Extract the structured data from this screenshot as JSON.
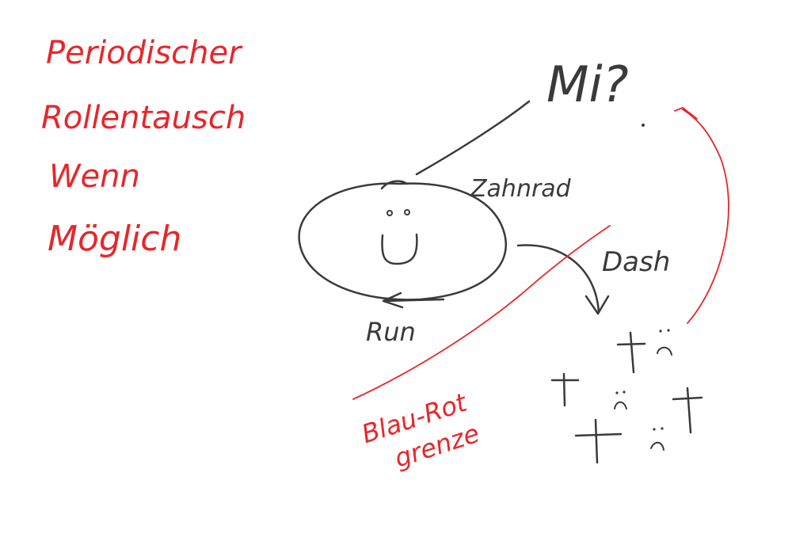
{
  "colors": {
    "red_ink": "#e8262a",
    "black_ink": "#3a3a3a",
    "background": "#ffffff"
  },
  "note": {
    "lines": [
      "Periodischer",
      "Rollentausch",
      "Wenn",
      "Möglich"
    ]
  },
  "labels": {
    "question": "Mi?",
    "gear": "Zahnrad",
    "dash": "Dash",
    "run": "Run",
    "border_line1": "Blau-Rot",
    "border_line2": "grenze"
  },
  "icons": {
    "face": "smiley-face-icon",
    "graves": "grave-cross-icon"
  }
}
